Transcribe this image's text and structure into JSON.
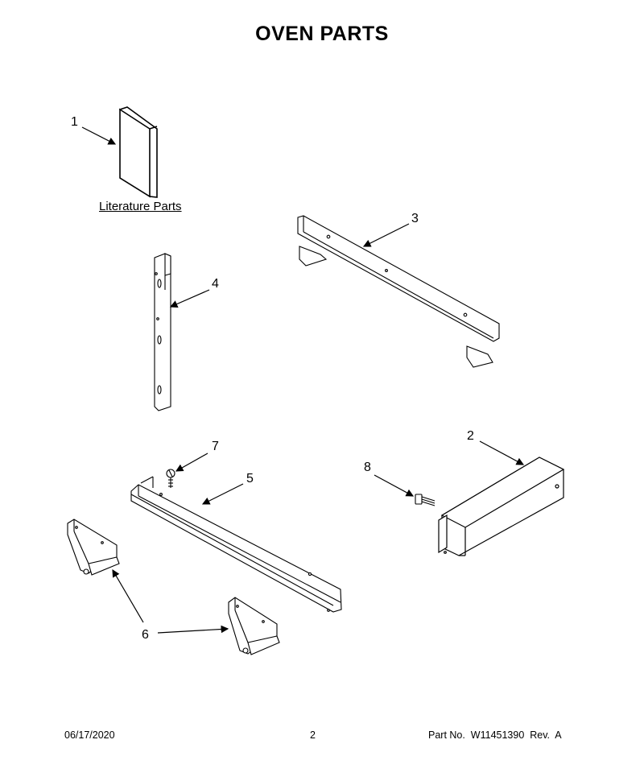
{
  "title": "OVEN PARTS",
  "literature_label": "Literature Parts",
  "callouts": {
    "c1": "1",
    "c2": "2",
    "c3": "3",
    "c4": "4",
    "c5": "5",
    "c6": "6",
    "c7": "7",
    "c8": "8"
  },
  "footer": {
    "date": "06/17/2020",
    "page": "2",
    "part_no": "Part No.  W11451390  Rev.  A"
  }
}
